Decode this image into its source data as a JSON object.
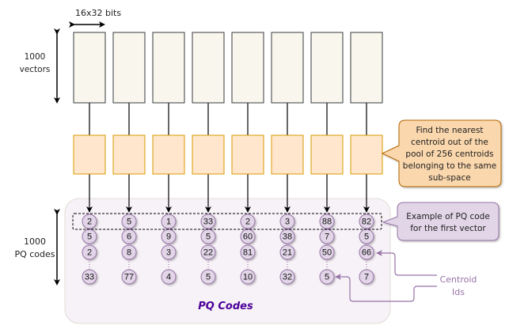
{
  "labels": {
    "width_label": "16x32 bits",
    "vectors_label_line1": "1000",
    "vectors_label_line2": "vectors",
    "codes_label_line1": "1000",
    "codes_label_line2": "PQ codes",
    "pq_codes_title": "PQ Codes",
    "centroid_ids_line1": "Centroid",
    "centroid_ids_line2": "Ids"
  },
  "callouts": {
    "nearest_centroid": [
      "Find the nearest",
      "centroid out of the",
      "pool of 256 centroids",
      "belonging to the same",
      "sub-space"
    ],
    "example_code": [
      "Example of PQ code",
      "for the first vector"
    ]
  },
  "columns": [
    {
      "codes": [
        "2",
        "5",
        "2",
        "33"
      ]
    },
    {
      "codes": [
        "5",
        "6",
        "8",
        "77"
      ]
    },
    {
      "codes": [
        "1",
        "9",
        "3",
        "4"
      ]
    },
    {
      "codes": [
        "33",
        "5",
        "22",
        "5"
      ]
    },
    {
      "codes": [
        "2",
        "60",
        "81",
        "10"
      ]
    },
    {
      "codes": [
        "3",
        "38",
        "21",
        "32"
      ]
    },
    {
      "codes": [
        "88",
        "7",
        "50",
        "5"
      ]
    },
    {
      "codes": [
        "82",
        "5",
        "66",
        "7"
      ]
    }
  ],
  "colors": {
    "vector_fill": "#f9f7ed",
    "vector_stroke": "#36393d",
    "subspace_fill": "#ffe6cc",
    "subspace_stroke": "#d79b00",
    "callout_orange_fill": "#fad7ac",
    "callout_orange_stroke": "#b46504",
    "code_fill": "#e1d5e7",
    "code_stroke": "#9673a6",
    "panel_fill": "#f7f2f7",
    "pq_title": "#4c0099"
  }
}
